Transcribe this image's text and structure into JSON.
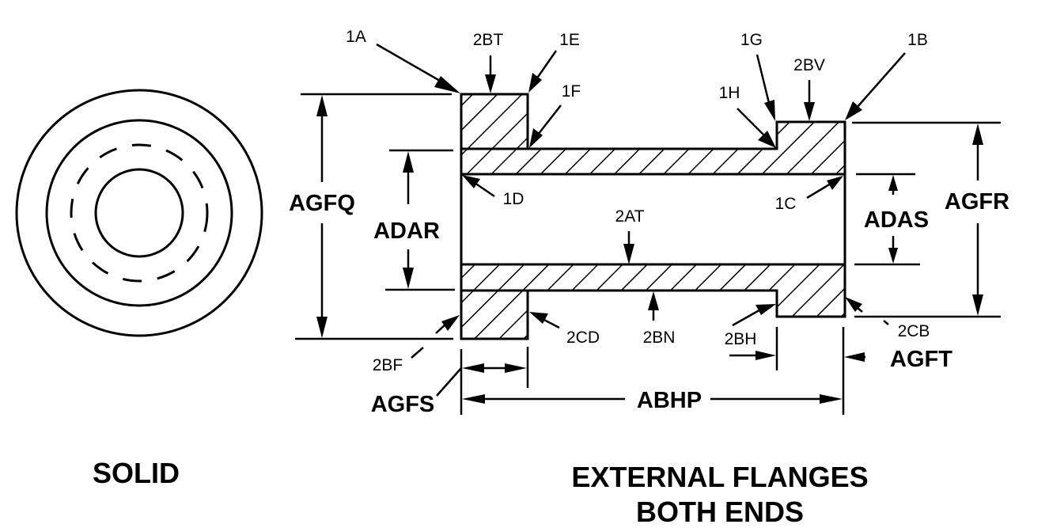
{
  "diagram": {
    "left_view": {
      "caption": "SOLID"
    },
    "right_view": {
      "caption_line1": "EXTERNAL FLANGES",
      "caption_line2": "BOTH ENDS"
    },
    "callouts": {
      "c1A": "1A",
      "c2BT": "2BT",
      "c1E": "1E",
      "c1F": "1F",
      "c1G": "1G",
      "c2BV": "2BV",
      "c1B": "1B",
      "c1H": "1H",
      "c1D": "1D",
      "c1C": "1C",
      "c2AT": "2AT",
      "c2CD": "2CD",
      "c2BN": "2BN",
      "c2BH": "2BH",
      "c2CB": "2CB",
      "c2BF": "2BF"
    },
    "dimensions": {
      "AGFQ": "AGFQ",
      "ADAR": "ADAR",
      "ADAS": "ADAS",
      "AGFR": "AGFR",
      "AGFS": "AGFS",
      "AGFT": "AGFT",
      "ABHP": "ABHP"
    }
  }
}
